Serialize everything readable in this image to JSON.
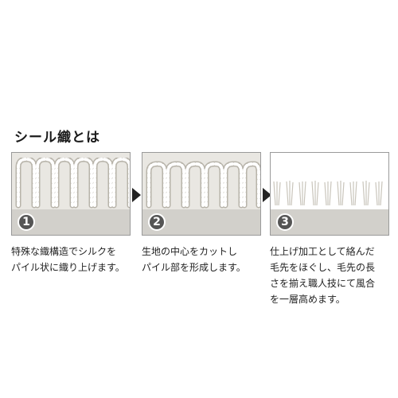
{
  "title": "シール織とは",
  "steps": [
    {
      "number": "1",
      "lines": [
        "特殊な織構造でシルクを",
        "パイル状に織り上げます。"
      ]
    },
    {
      "number": "2",
      "lines": [
        "生地の中心をカットし",
        "パイル部を形成します。"
      ]
    },
    {
      "number": "3",
      "lines": [
        "仕上げ加工として絡んだ",
        "毛先をほぐし、毛先の長",
        "さを揃え職人技にて風合",
        "を一層高めます。"
      ]
    }
  ],
  "colors": {
    "panel_bg": "#e9e7e2",
    "strip": "#d2d0cb",
    "badge": "#555555",
    "yarn": "#ffffff",
    "yarn_shadow": "#b8b4aa"
  }
}
